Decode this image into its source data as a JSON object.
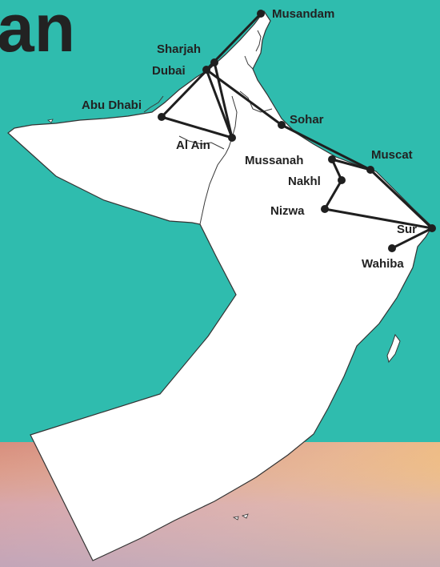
{
  "title_fragment": "an",
  "colors": {
    "sea": "#2fbcae",
    "land": "#ffffff",
    "border": "#333333",
    "route": "#1f1f1f",
    "label": "#222222"
  },
  "places": [
    {
      "id": "musandam",
      "label": "Musandam"
    },
    {
      "id": "sharjah",
      "label": "Sharjah"
    },
    {
      "id": "dubai",
      "label": "Dubai"
    },
    {
      "id": "abu-dhabi",
      "label": "Abu Dhabi"
    },
    {
      "id": "al-ain",
      "label": "Al Ain"
    },
    {
      "id": "sohar",
      "label": "Sohar"
    },
    {
      "id": "mussanah",
      "label": "Mussanah"
    },
    {
      "id": "muscat",
      "label": "Muscat"
    },
    {
      "id": "nakhl",
      "label": "Nakhl"
    },
    {
      "id": "nizwa",
      "label": "Nizwa"
    },
    {
      "id": "sur",
      "label": "Sur"
    },
    {
      "id": "wahiba",
      "label": "Wahiba"
    }
  ],
  "route_order": [
    "musandam",
    "dubai",
    "sharjah",
    "abu-dhabi",
    "al-ain",
    "dubai",
    "sohar",
    "muscat",
    "mussanah",
    "nakhl",
    "nizwa",
    "sur",
    "muscat"
  ],
  "extra_links": [
    [
      "sharjah",
      "al-ain"
    ],
    [
      "sur",
      "wahiba"
    ]
  ]
}
